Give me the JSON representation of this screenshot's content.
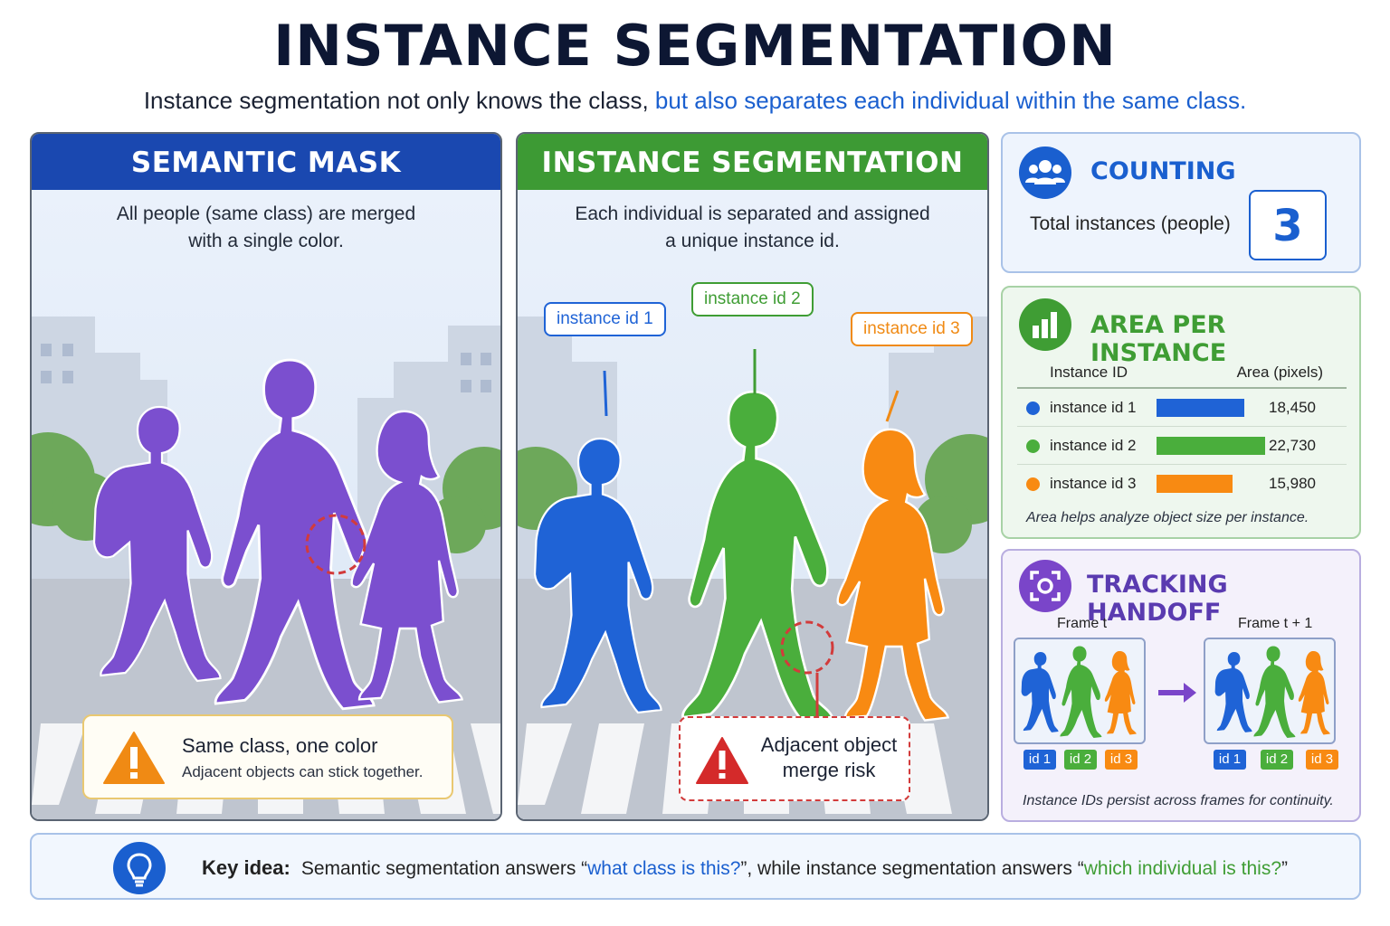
{
  "header": {
    "title": "INSTANCE SEGMENTATION",
    "subtitle_plain": "Instance segmentation not only knows the class, ",
    "subtitle_highlight": "but also separates each individual within the same class."
  },
  "semantic": {
    "title": "SEMANTIC MASK",
    "description": "All people (same class) are merged\nwith a single color.",
    "color": "#7b4fcf",
    "warning_title": "Same class, one color",
    "warning_text": "Adjacent objects can stick together."
  },
  "instance": {
    "title": "INSTANCE SEGMENTATION",
    "description": "Each individual is separated and assigned\na unique instance id.",
    "tags": [
      {
        "label": "instance id 1",
        "color": "#1f63d6"
      },
      {
        "label": "instance id 2",
        "color": "#3f9d34"
      },
      {
        "label": "instance id 3",
        "color": "#f08a14"
      }
    ],
    "warning_text": "Adjacent object\nmerge risk"
  },
  "counting": {
    "title": "COUNTING",
    "label": "Total instances (people)",
    "value": "3"
  },
  "area": {
    "title": "AREA PER INSTANCE",
    "col_id": "Instance ID",
    "col_area": "Area (pixels)",
    "rows": [
      {
        "label": "instance id 1",
        "value": "18,450",
        "area": 18450,
        "color": "#1f63d6"
      },
      {
        "label": "instance id 2",
        "value": "22,730",
        "area": 22730,
        "color": "#4aae3c"
      },
      {
        "label": "instance id 3",
        "value": "15,980",
        "area": 15980,
        "color": "#f88a12"
      }
    ],
    "note": "Area helps analyze object size per instance."
  },
  "tracking": {
    "title": "TRACKING HANDOFF",
    "frame_a": "Frame t",
    "frame_b": "Frame t + 1",
    "ids": [
      "id 1",
      "id 2",
      "id 3"
    ],
    "note": "Instance IDs persist across frames for continuity."
  },
  "key": {
    "label": "Key idea:",
    "text_1": "Semantic segmentation answers “",
    "q1": "what class is this?",
    "text_2": "”, while instance segmentation answers “",
    "q2": "which individual is this?",
    "text_3": "”"
  }
}
